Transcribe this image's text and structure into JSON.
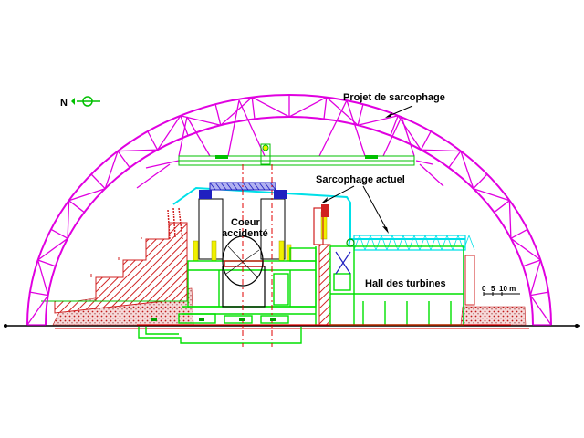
{
  "labels": {
    "projet": "Projet de sarcophage",
    "actuel": "Sarcophage actuel",
    "coeur_line1": "Coeur",
    "coeur_line2": "accidenté",
    "hall": "Hall des turbines",
    "north": "N",
    "scale_0": "0",
    "scale_5": "5",
    "scale_10": "10 m"
  },
  "colors": {
    "arch": "#e000e0",
    "structure": "#00e000",
    "sarcophagus": "#00e0e8",
    "hatch": "#d02020",
    "axis": "#e00000",
    "mesh": "#2020c0",
    "accent": "#f0f000"
  },
  "icons": [
    "north-arrow-icon",
    "reactor-core-icon"
  ]
}
